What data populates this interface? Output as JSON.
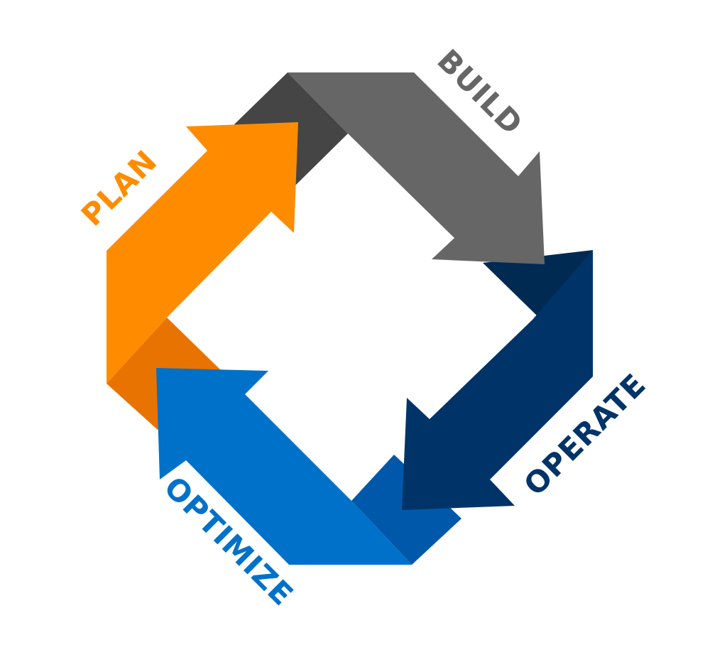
{
  "diagram": {
    "stages": [
      {
        "label": "PLAN",
        "color": "#FF8C00",
        "shade": "#E87300"
      },
      {
        "label": "BUILD",
        "color": "#666666",
        "shade": "#454545"
      },
      {
        "label": "OPERATE",
        "color": "#003468",
        "shade": "#012A52"
      },
      {
        "label": "OPTIMIZE",
        "color": "#0071C8",
        "shade": "#0058AA"
      }
    ],
    "flow": "clockwise"
  }
}
